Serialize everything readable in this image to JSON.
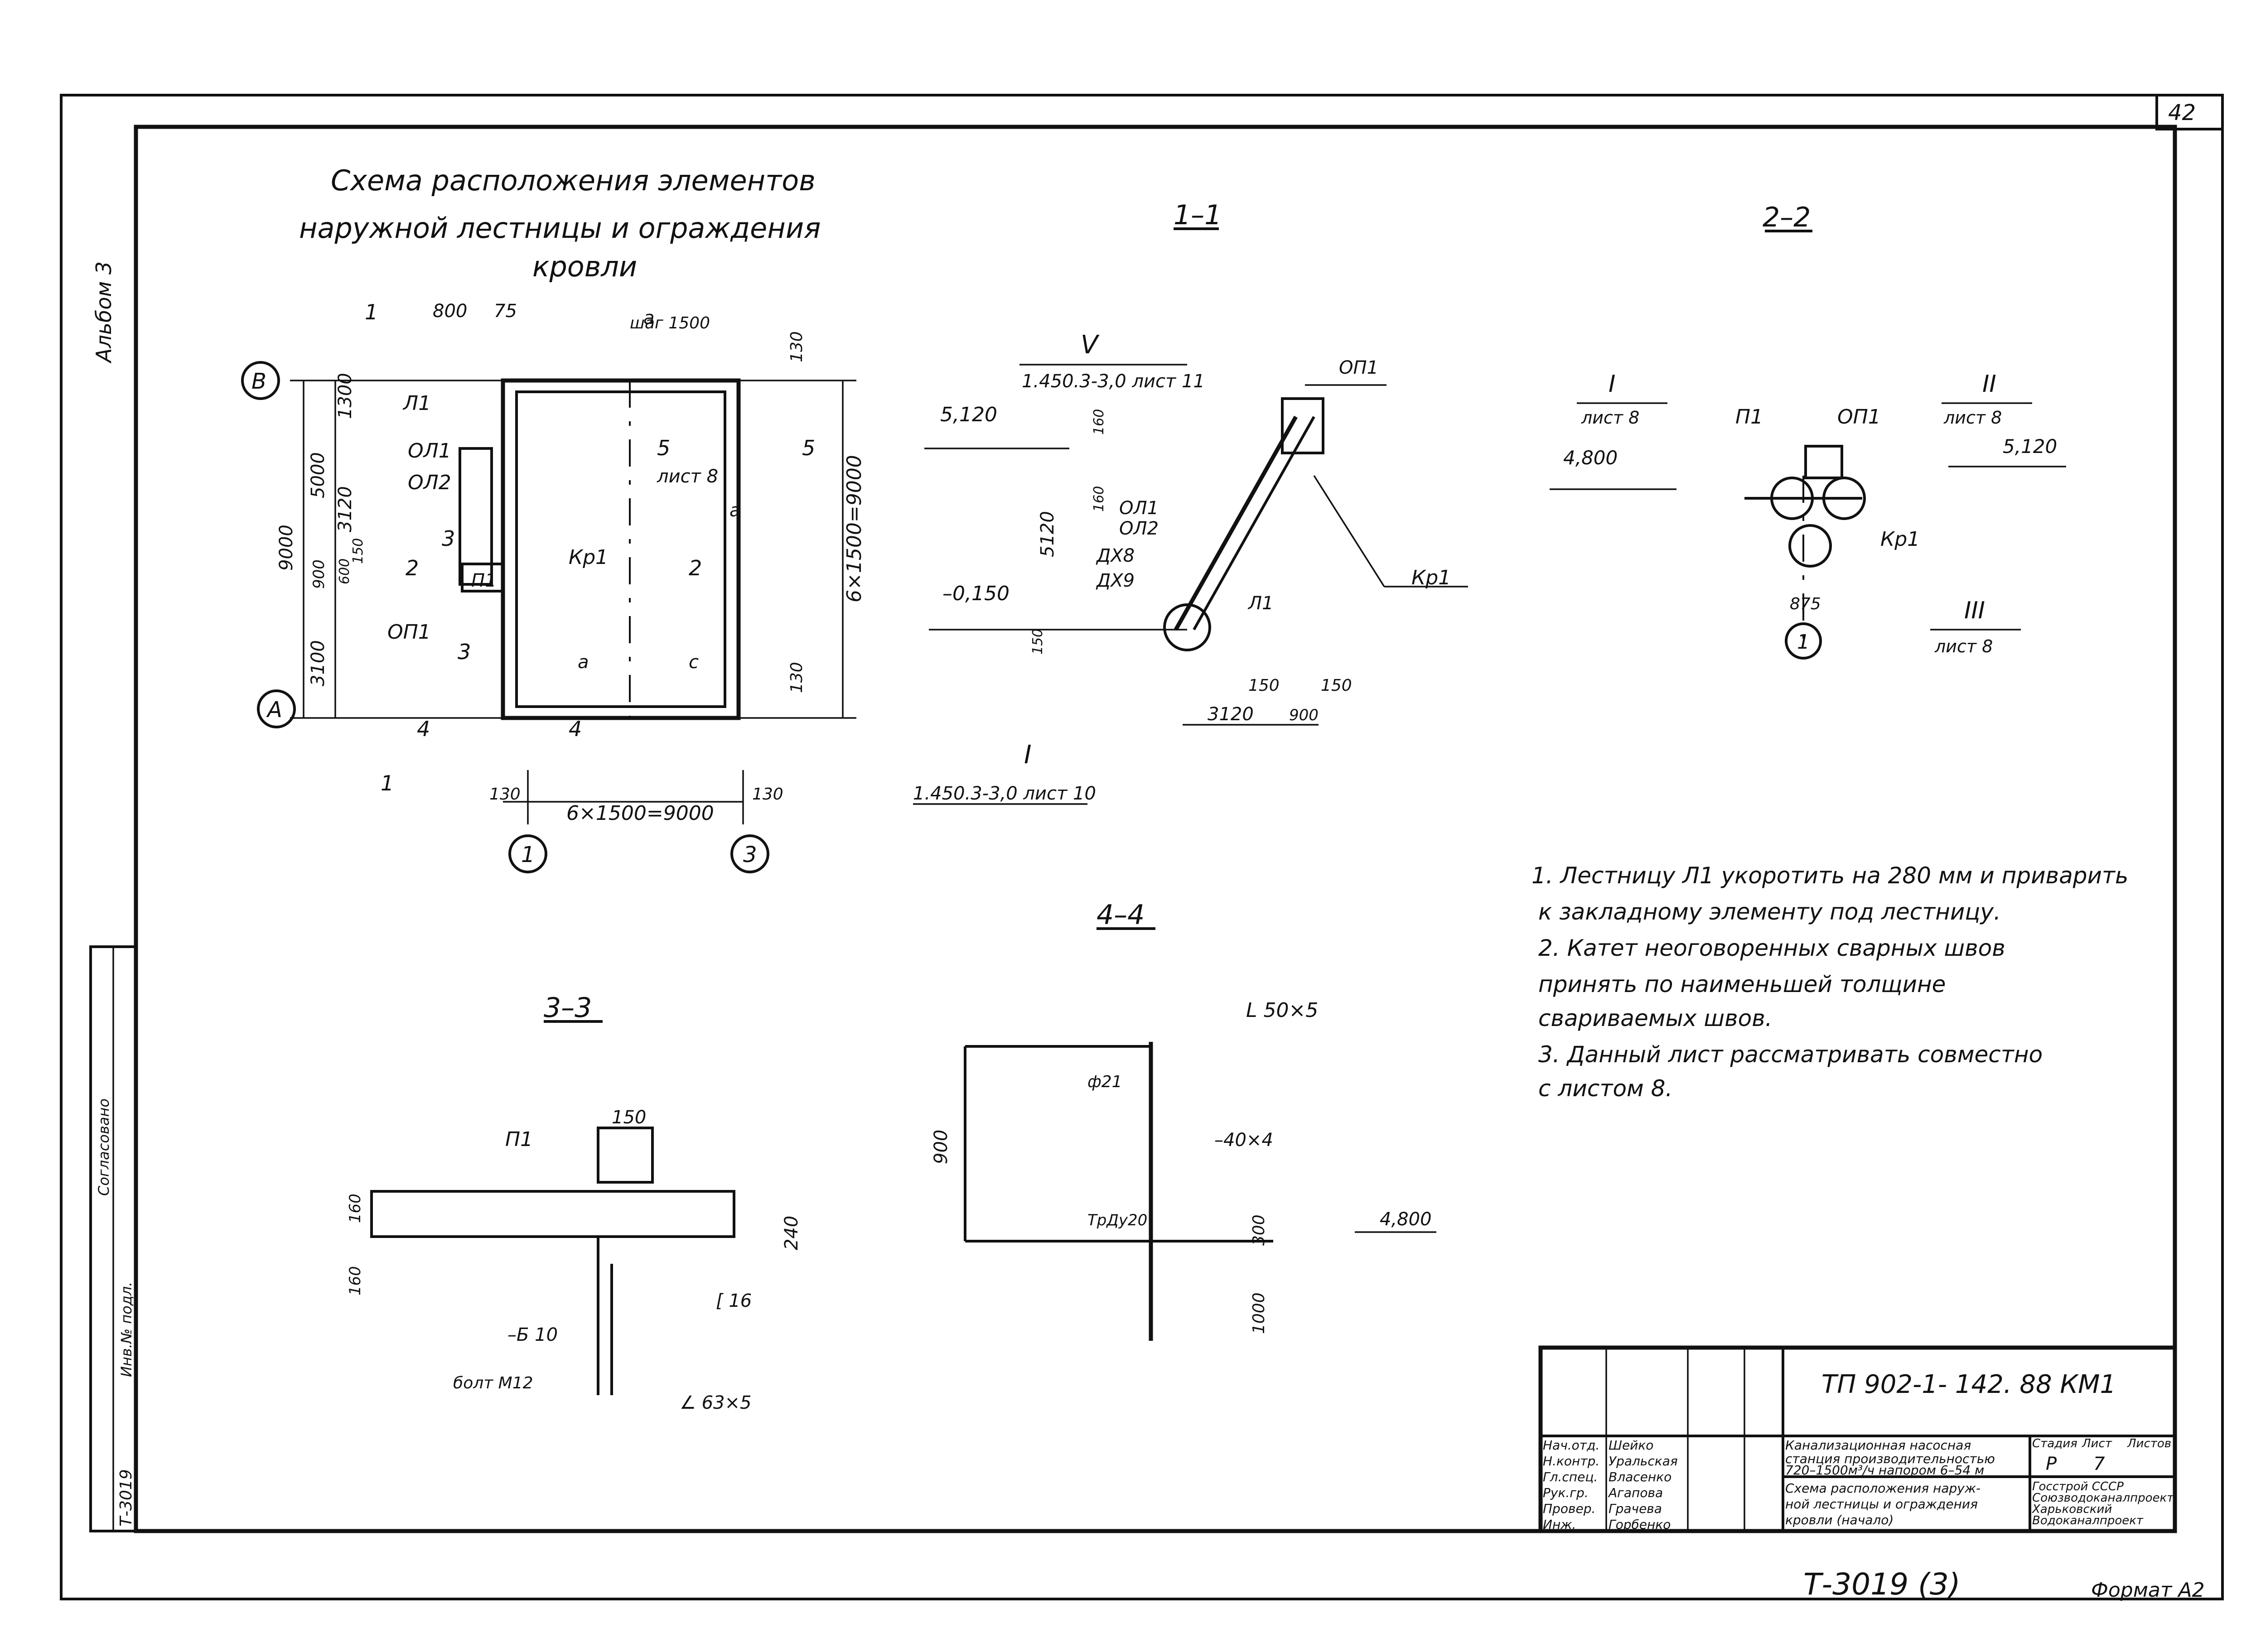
{
  "sheet_number": "42",
  "album_label": "Альбом 3",
  "plan": {
    "title_lines": [
      "Схема расположения элементов",
      "наружной лестницы и ограждения",
      "кровли"
    ],
    "axis_b": "В",
    "axis_a": "А",
    "axis_1": "1",
    "axis_3": "3",
    "labels": {
      "l1": "Л1",
      "on1": "ОЛ1",
      "ol2": "ОЛ2",
      "p1": "П1",
      "kp1": "Кр1",
      "op1": "ОП1",
      "a": "а",
      "a_step": "шаг 1500",
      "c": "с",
      "list8": "лист 8"
    },
    "section_marks": {
      "s1": "1",
      "s2": "2",
      "s3": "3",
      "s4": "4",
      "s5": "5"
    },
    "dims": {
      "d800": "800",
      "d75": "75",
      "d5000": "5000",
      "d1300": "1300",
      "d3120": "3120",
      "d9000": "9000",
      "d900": "900",
      "d600": "600",
      "d150": "150",
      "d3100": "3100",
      "d130a": "130",
      "d130b": "130",
      "d130c": "130",
      "d130d": "130",
      "bottom": "6×1500=9000",
      "right": "6×1500=9000"
    }
  },
  "sec11": {
    "title": "1–1",
    "callout_v": "V",
    "callout_v_ref": "1.450.3-3,0 лист 11",
    "callout_i": "I",
    "callout_i_ref": "1.450.3-3,0 лист 10",
    "elev_5120": "5,120",
    "elev_neg": "–0,150",
    "dims": {
      "d160a": "160",
      "d160b": "160",
      "d5120": "5120",
      "d150": "150",
      "d150b": "150",
      "d150c": "150",
      "d3120": "3120",
      "d900": "900"
    },
    "labels": {
      "ol1": "ОЛ1",
      "ol2": "ОЛ2",
      "dx8": "ДХ8",
      "dx9": "ДХ9",
      "l1": "Л1",
      "op1": "ОП1",
      "kp1": "Кр1"
    }
  },
  "sec22": {
    "title": "2–2",
    "i": "I",
    "i_ref": "лист 8",
    "ii": "II",
    "ii_ref": "лист 8",
    "iii": "III",
    "iii_ref": "лист 8",
    "p1": "П1",
    "op1": "ОП1",
    "kp1": "Кр1",
    "elev_4800": "4,800",
    "elev_5120": "5,120",
    "dim875": "875",
    "axis": "1"
  },
  "sec33": {
    "title": "3–3",
    "p1": "П1",
    "d150": "150",
    "d160a": "160",
    "d160b": "160",
    "d240": "240",
    "c16": "[ 16",
    "b10": "–Б 10",
    "bolt": "болт М12",
    "angle": "∠ 63×5"
  },
  "sec44": {
    "title": "4–4",
    "angle": "L 50×5",
    "rod": "ф21",
    "strip": "–40×4",
    "pipe": "ТрДу20",
    "d900": "900",
    "d300": "300",
    "d1000": "1000",
    "elev": "4,800"
  },
  "notes": [
    "1. Лестницу Л1 укоротить на 280 мм и приварить",
    "к закладному элементу под лестницу.",
    "2. Катет неоговоренных сварных швов",
    "принять по наименьшей толщине",
    "свариваемых швов.",
    "3. Данный лист рассматривать совместно",
    "с листом 8."
  ],
  "stamp": {
    "code": "ТП 902-1- 142. 88 КМ1",
    "roles": [
      "Нач.отд.",
      "Н.контр.",
      "Гл.спец.",
      "Рук.гр.",
      "Провер.",
      "Инж."
    ],
    "names": [
      "Шейко",
      "Уральская",
      "Власенко",
      "Агапова",
      "Грачева",
      "Горбенко"
    ],
    "project": [
      "Канализационная насосная",
      "станция производительностью",
      "720–1500м³/ч напором 6–54 м"
    ],
    "sheet_title": [
      "Схема расположения наруж-",
      "ной лестницы и ограждения",
      "кровли (начало)"
    ],
    "stage_h": "Стадия",
    "sheet_h": "Лист",
    "sheets_h": "Листов",
    "stage": "Р",
    "sheet": "7",
    "org": [
      "Госстрой СССР",
      "Союзводоканалпроект",
      "Харьковский",
      "Водоканалпроект"
    ]
  },
  "side_stamp": [
    "Согласовано",
    "Инв.№ подл.",
    "Т-3019"
  ],
  "inventory": "Т-3019 (3)",
  "format": "Формат А2"
}
